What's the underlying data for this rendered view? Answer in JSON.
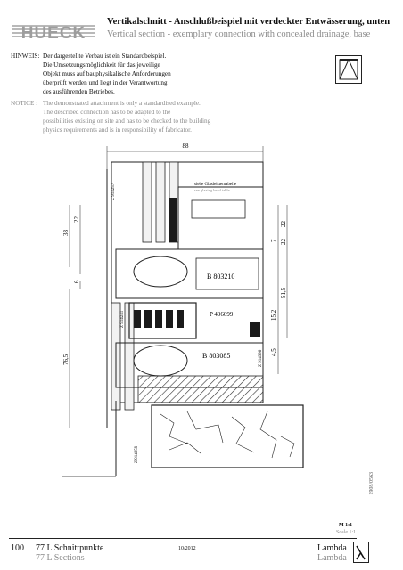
{
  "header": {
    "brand": "HUECK",
    "title_de": "Vertikalschnitt - Anschlußbeispiel mit verdeckter Entwässerung, unten",
    "title_en": "Vertical section - exemplary connection with concealed drainage, base"
  },
  "notice": {
    "de_label": "HINWEIS:",
    "de_lines": [
      "Der dargestellte Verbau ist ein Standardbeispiel.",
      "Die Umsetzungsmöglichkeit für das jeweilige",
      "Objekt muss auf bauphysikalische Anforderungen",
      "überprüft werden und liegt in der Verantwortung",
      "des ausführenden Betriebes."
    ],
    "en_label": "NOTICE :",
    "en_lines": [
      "The demonstrated attachment is only a standardised example.",
      "The described connection has to be adapted to the",
      "possibilities existing on site and has to be checked to the building",
      "physics requirements and is in responsibility of fabricator."
    ]
  },
  "drawing": {
    "dim_top": "88",
    "dim_left_1": "38",
    "dim_left_2": "22",
    "dim_left_3": "6",
    "dim_left_4": "76,5",
    "dim_right_1": "22",
    "dim_right_2": "7",
    "dim_right_3": "22",
    "dim_right_4": "51,5",
    "dim_right_5": "15,2",
    "dim_right_6": "4,5",
    "glazing_de": "siehe Glasleistentabelle",
    "glazing_en": "see glazing bead table",
    "profile_1": "B 803210",
    "profile_2": "P 496099",
    "profile_3": "B 803085",
    "code_1": "Z 914257",
    "code_2": "Z 914241",
    "code_3": "Z 914396",
    "code_4": "Z 914259",
    "side_code": "1908/0563"
  },
  "footer": {
    "scale_de": "M 1:1",
    "scale_en": "Scale 1:1",
    "page": "100",
    "series_de": "77 L  Schnittpunkte",
    "series_en": "77 L  Sections",
    "date": "10/2012",
    "system_de": "Lambda",
    "system_en": "Lambda",
    "system_icon": "lambda-icon"
  }
}
